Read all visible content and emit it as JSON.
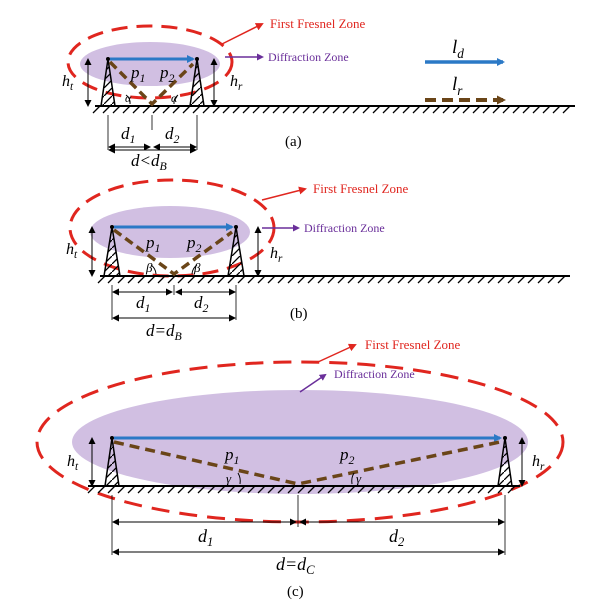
{
  "legend": {
    "direct": "l",
    "direct_sub": "d",
    "reflected": "l",
    "reflected_sub": "r",
    "direct_color": "#2b79c6",
    "reflected_color": "#6a4518"
  },
  "colors": {
    "fresnel": "#e0261f",
    "diffraction_fill": "#c9b4dd",
    "diffraction_label": "#6a2f9a",
    "ground": "#000000"
  },
  "panels": [
    {
      "fresnel_label": "First Fresnel Zone",
      "diffraction_label": "Diffraction Zone",
      "ht": "h",
      "ht_sub": "t",
      "hr": "h",
      "hr_sub": "r",
      "p1": "p",
      "p1_sub": "1",
      "p2": "p",
      "p2_sub": "2",
      "angle": "α",
      "d1": "d",
      "d1_sub": "1",
      "d2": "d",
      "d2_sub": "2",
      "d_pre": "d<d",
      "d_sub": "B",
      "caption": "(a)"
    },
    {
      "fresnel_label": "First Fresnel Zone",
      "diffraction_label": "Diffraction Zone",
      "ht": "h",
      "ht_sub": "t",
      "hr": "h",
      "hr_sub": "r",
      "p1": "p",
      "p1_sub": "1",
      "p2": "p",
      "p2_sub": "2",
      "angle": "β",
      "d1": "d",
      "d1_sub": "1",
      "d2": "d",
      "d2_sub": "2",
      "d_pre": "d=d",
      "d_sub": "B",
      "caption": "(b)"
    },
    {
      "fresnel_label": "First Fresnel Zone",
      "diffraction_label": "Diffraction Zone",
      "ht": "h",
      "ht_sub": "t",
      "hr": "h",
      "hr_sub": "r",
      "p1": "p",
      "p1_sub": "1",
      "p2": "p",
      "p2_sub": "2",
      "angle": "γ",
      "d1": "d",
      "d1_sub": "1",
      "d2": "d",
      "d2_sub": "2",
      "d_pre": "d=d",
      "d_sub": "C",
      "caption": "(c)"
    }
  ]
}
